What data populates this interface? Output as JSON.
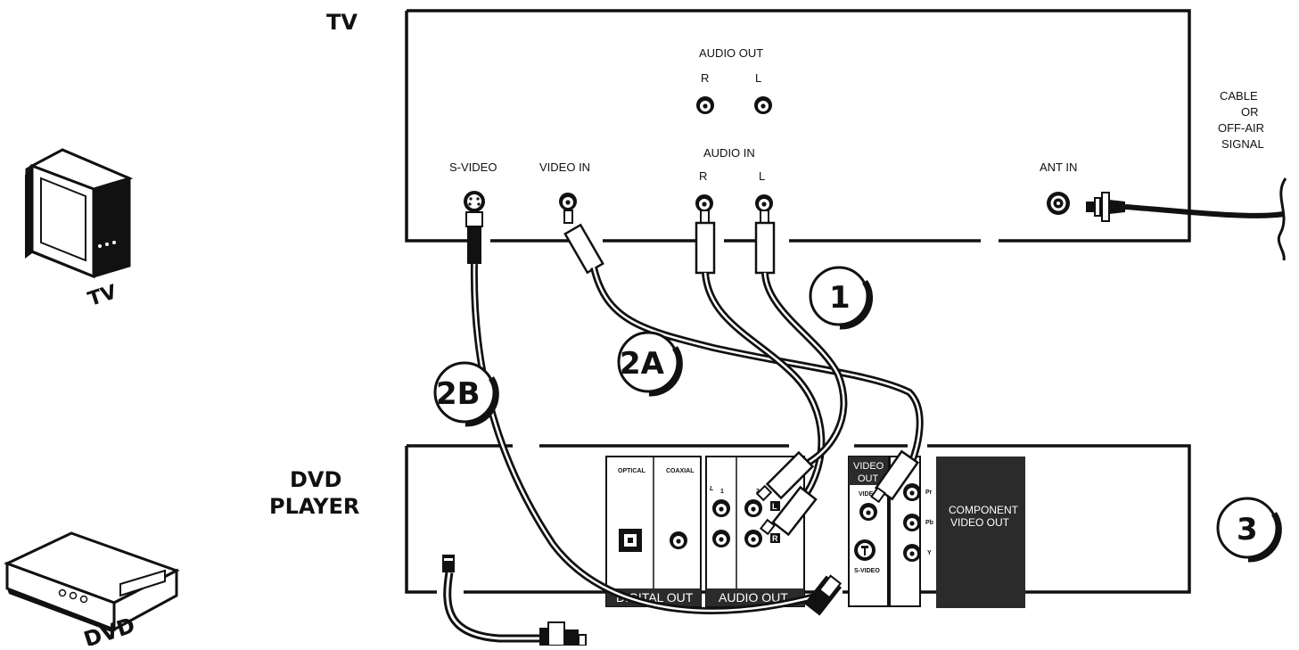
{
  "tv_section": {
    "title": "TV",
    "audio_out": {
      "label": "AUDIO OUT",
      "r": "R",
      "l": "L"
    },
    "audio_in": {
      "label": "AUDIO IN",
      "r": "R",
      "l": "L"
    },
    "svideo": "S-VIDEO",
    "video_in": "VIDEO IN",
    "ant_in": "ANT IN",
    "signal": [
      "CABLE",
      "OR",
      "OFF-AIR",
      "SIGNAL"
    ]
  },
  "tv_icon_label": "TV",
  "dvd_section": {
    "title_lines": [
      "DVD",
      "PLAYER"
    ],
    "optical": "OPTICAL",
    "coaxial": "COAXIAL",
    "digital_out": "DIGITAL OUT",
    "audio_out": "AUDIO OUT",
    "audio_ch1": "1",
    "audio_ch2": "2",
    "audio_l_mark": "L",
    "l_badge": "L",
    "r_badge": "R",
    "video_out_lines": [
      "VIDEO",
      "OUT"
    ],
    "video": "VIDEO",
    "svideo": "S-VIDEO",
    "pr": "Pr",
    "pb": "Pb",
    "y": "Y",
    "component_lines": [
      "COMPONENT",
      "VIDEO OUT"
    ]
  },
  "dvd_icon_label": "DVD",
  "steps": {
    "one": "1",
    "two_a": "2A",
    "two_b": "2B",
    "three": "3"
  },
  "colors": {
    "ink": "#111111",
    "panel_dark": "#2b2b2b",
    "background": "#ffffff"
  }
}
